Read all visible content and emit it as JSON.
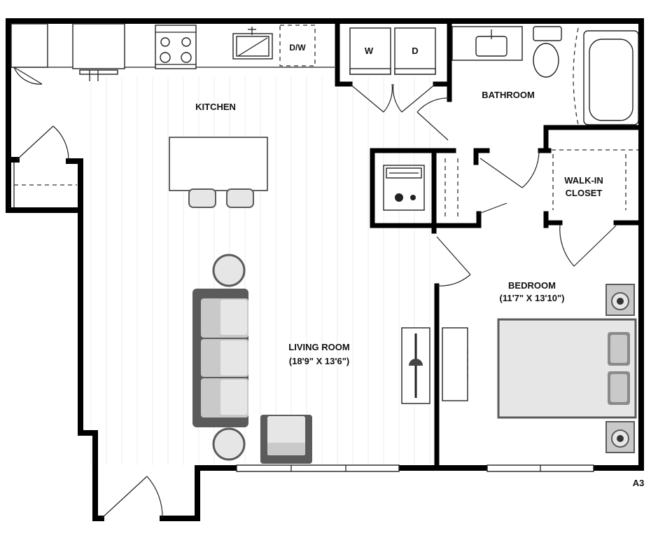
{
  "rooms": {
    "kitchen": "KITCHEN",
    "bathroom": "BATHROOM",
    "walk_in_closet_line1": "WALK-IN",
    "walk_in_closet_line2": "CLOSET",
    "bedroom": "BEDROOM",
    "bedroom_dims": "(11'7\" X 13'10\")",
    "living_room": "LIVING ROOM",
    "living_room_dims": "(18'9\" X 13'6\")"
  },
  "appliances": {
    "dishwasher": "D/W",
    "washer": "W",
    "dryer": "D"
  },
  "unit_code": "A3",
  "colors": {
    "wall": "#000000",
    "furniture_dark": "#5b5b5b",
    "furniture_mid": "#c9c9c9",
    "furniture_light": "#e6e6e6",
    "floor_lines": "#ececec"
  }
}
